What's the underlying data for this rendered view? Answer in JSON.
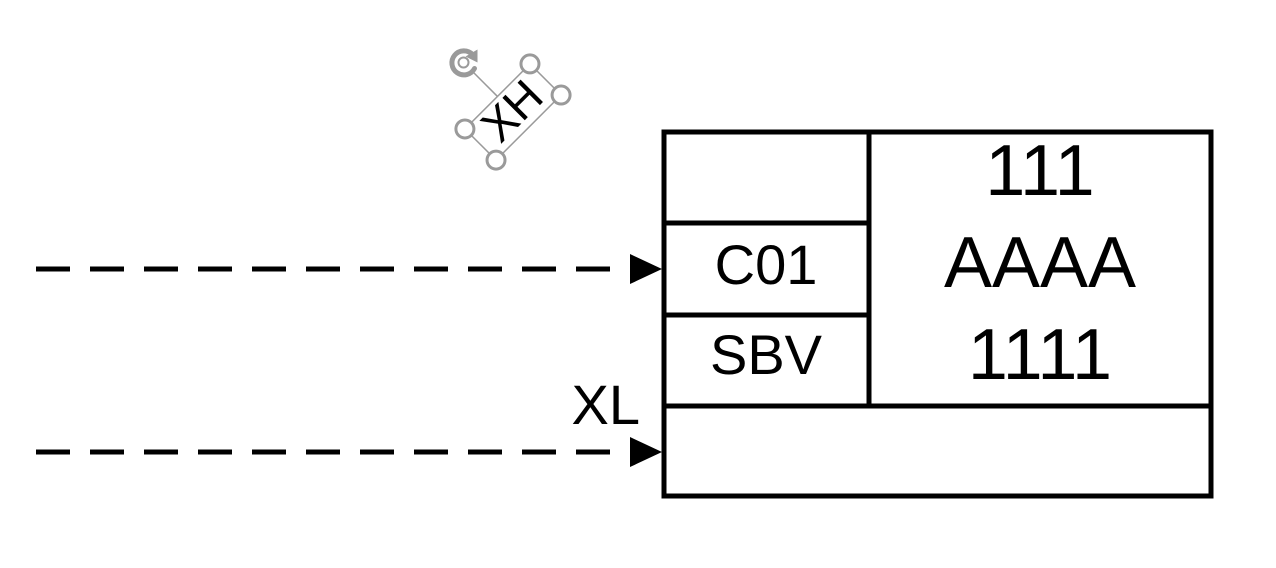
{
  "diagram": {
    "colors": {
      "stroke": "#000000",
      "background": "#ffffff",
      "handle_stroke": "#9a9a9a",
      "handle_fill": "#ffffff"
    },
    "selected_label": {
      "text": "XH",
      "rotation_deg": -45,
      "state": "selected"
    },
    "block": {
      "cell_top_left": "",
      "cell_c01": "C01",
      "cell_sbv": "SBV",
      "main_lines": [
        "111",
        "AAAA",
        "1111"
      ],
      "bottom_cell": ""
    },
    "connections": [
      {
        "label": "",
        "style": "dashed",
        "arrowhead": "filled"
      },
      {
        "label": "XL",
        "style": "dashed",
        "arrowhead": "filled"
      }
    ],
    "icons": {
      "rotate_handle": "rotate-icon",
      "resize_handle": "circle-handle-icon"
    }
  }
}
